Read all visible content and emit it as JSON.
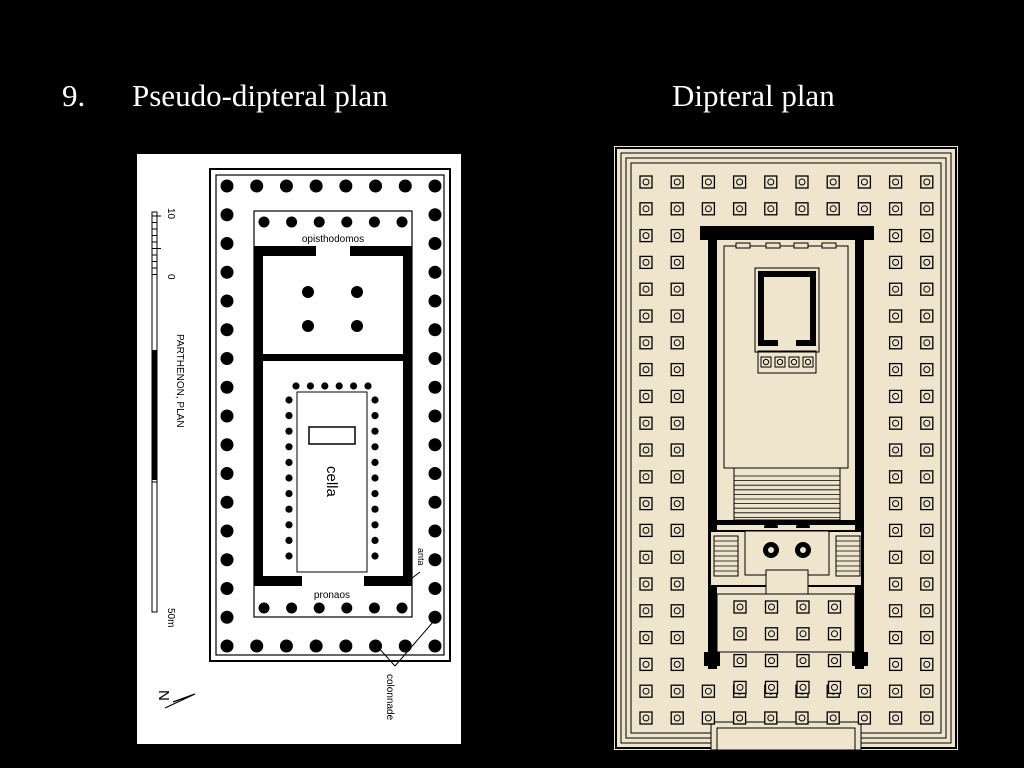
{
  "slide": {
    "number": "9.",
    "left_title": "Pseudo-dipteral plan",
    "right_title": "Dipteral plan"
  },
  "left_plan": {
    "scale_top": "10",
    "scale_zero": "0",
    "scale_bottom": "50m",
    "caption": "PARTHENON, PLAN",
    "north": "N",
    "labels": {
      "opisthodomos": "opisthodomos",
      "cella": "cella",
      "pronaos": "pronaos",
      "anta": "anta",
      "colonnade": "colonnade"
    }
  },
  "colors": {
    "background": "#000000",
    "title_text": "#ffffff",
    "left_paper": "#ffffff",
    "right_fill": "#efe5cc",
    "ink": "#000000"
  }
}
